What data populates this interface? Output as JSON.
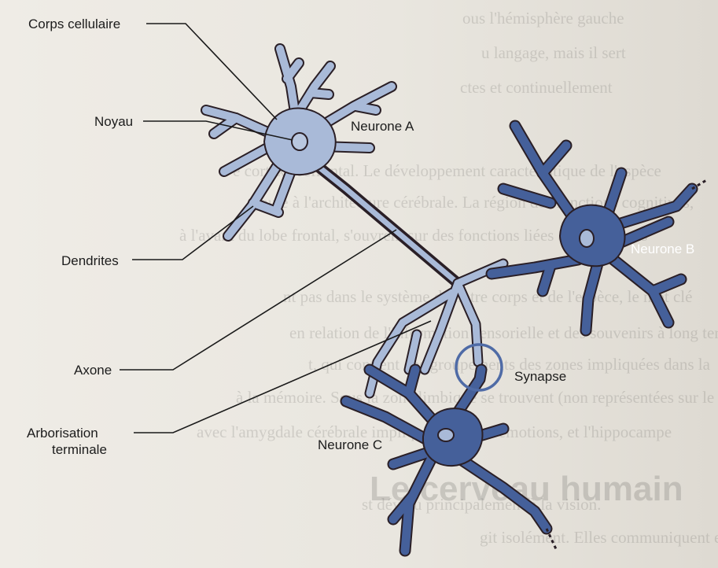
{
  "labels": {
    "corps": "Corps cellulaire",
    "noyau": "Noyau",
    "dendrites": "Dendrites",
    "axone": "Axone",
    "arbor_1": "Arborisation",
    "arbor_2": "terminale",
    "neurone_a": "Neurone A",
    "neurone_b": "Neurone B",
    "neurone_c": "Neurone C",
    "synapse": "Synapse"
  },
  "background_text": {
    "lines": [
      "ous l'hémisphère gauche",
      "u langage, mais il sert",
      "ctes et continuellement",
      "e cortex préfrontal. Le développement caractéristique de l'espèce",
      "ojoute à l'architecture cérébrale. La région des fonctions cognitives,",
      "à l'avant du lobe frontal, s'ouvrent sur des fonctions liées aux fonctions",
      "nt pas dans le système de notre corps et de l'espèce, le mot clé",
      "en relation de l'information sensorielle et des souvenirs à long terme",
      "t, qui contient des groupements des zones impliquées dans la",
      "à la mémoire. Sous la zone limbique se trouvent (non représentées sur le",
      "avec l'amygdale cérébrale impliquée dans les émotions, et l'hippocampe",
      "st dévolu principalement à la vision.",
      "git isolément. Elles communiquent entre elles par une multiplicité"
    ],
    "heading": "Le cerveau humain"
  },
  "colors": {
    "neurone_a_fill": "#a9bad8",
    "neurone_bc_fill": "#45609a",
    "outline": "#2a1f26",
    "synapse_ring": "#4f6ba6"
  }
}
